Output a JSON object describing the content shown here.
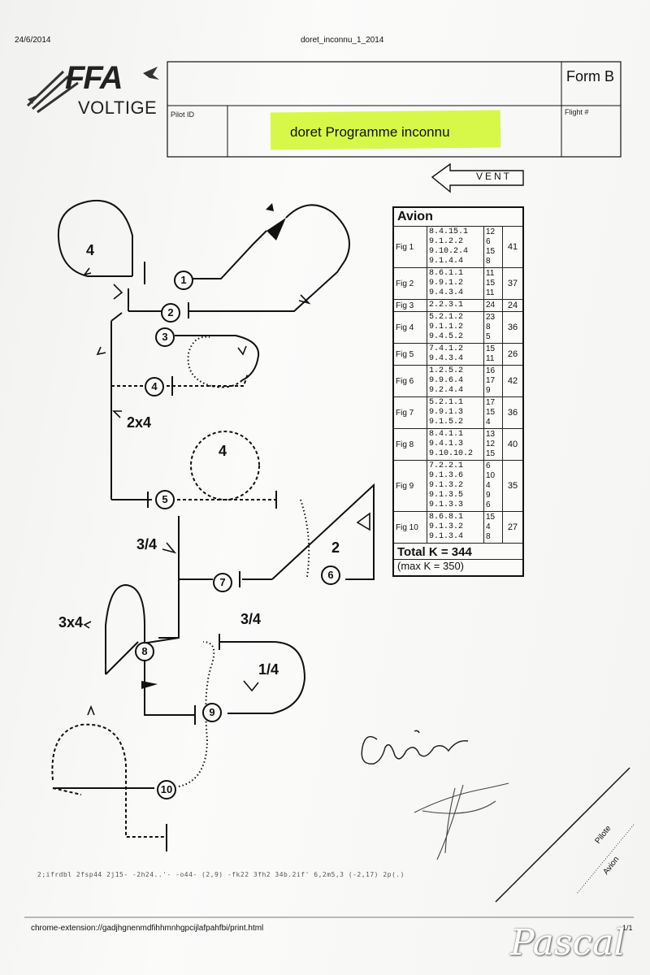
{
  "print_header": {
    "date": "24/6/2014",
    "title": "doret_inconnu_1_2014"
  },
  "logo": {
    "name": "FFA",
    "sub": "VOLTIGE"
  },
  "form": {
    "pilot_id_label": "Pilot ID",
    "form_label": "Form B",
    "flight_label": "Flight #",
    "pilot_name": "doret Programme inconnu"
  },
  "wind_label": "VENT",
  "figure_numbers": [
    "1",
    "2",
    "3",
    "4",
    "5",
    "6",
    "7",
    "8",
    "9",
    "10"
  ],
  "figure_annotations": {
    "f1_roll": "4",
    "f4_roll": "2x4",
    "f5_roll": "4",
    "f6_roll": "2",
    "f7_roll": "3/4",
    "f8_roll": "3x4",
    "f9_roll_top": "3/4",
    "f9_roll_bottom": "1/4"
  },
  "table": {
    "header": "Avion",
    "rows": [
      {
        "fig": "Fig 1",
        "codes": "8.4.15.1\n9.1.2.2\n9.10.2.4\n9.1.4.4",
        "k": "12\n6\n15\n8",
        "total": "41"
      },
      {
        "fig": "Fig 2",
        "codes": "8.6.1.1\n9.9.1.2\n9.4.3.4",
        "k": "11\n15\n11",
        "total": "37"
      },
      {
        "fig": "Fig 3",
        "codes": "2.2.3.1",
        "k": "24",
        "total": "24"
      },
      {
        "fig": "Fig 4",
        "codes": "5.2.1.2\n9.1.1.2\n9.4.5.2",
        "k": "23\n8\n5",
        "total": "36"
      },
      {
        "fig": "Fig 5",
        "codes": "7.4.1.2\n9.4.3.4",
        "k": "15\n11",
        "total": "26"
      },
      {
        "fig": "Fig 6",
        "codes": "1.2.5.2\n9.9.6.4\n9.2.4.4",
        "k": "16\n17\n9",
        "total": "42"
      },
      {
        "fig": "Fig 7",
        "codes": "5.2.1.1\n9.9.1.3\n9.1.5.2",
        "k": "17\n15\n4",
        "total": "36"
      },
      {
        "fig": "Fig 8",
        "codes": "8.4.1.1\n9.4.1.3\n9.10.10.2",
        "k": "13\n12\n15",
        "total": "40"
      },
      {
        "fig": "Fig 9",
        "codes": "7.2.2.1\n9.1.3.6\n9.1.3.2\n9.1.3.5\n9.1.3.3",
        "k": "6\n10\n4\n9\n6",
        "total": "35"
      },
      {
        "fig": "Fig 10",
        "codes": "8.6.8.1\n9.1.3.2\n9.1.3.4",
        "k": "15\n4\n8",
        "total": "27"
      }
    ],
    "total": "Total K = 344",
    "max": "(max K = 350)"
  },
  "signature_box": {
    "label_top": "Pilote",
    "label_bottom": "Avion"
  },
  "code_line": "2;ifrdbl 2fsp44 2j15- -2h24..'- -o44- (2,9) -fk22 3fh2 34b.2if' 6,2m5,3 (-2,17) 2p(.)",
  "print_footer": {
    "url": "chrome-extension://gadjhgnenmdfihhmnhgpcijlafpahfbi/print.html",
    "page": "1/1"
  },
  "watermark": "Pascal"
}
